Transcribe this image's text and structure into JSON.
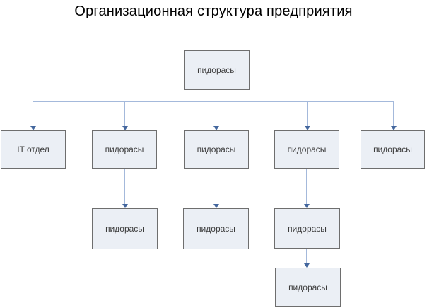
{
  "title": "Организационная структура предприятия",
  "diagram": {
    "type": "org-chart",
    "nodes": {
      "root": {
        "label": "пидорасы",
        "level": 1
      },
      "r2c1": {
        "label": "IT отдел",
        "level": 2
      },
      "r2c2": {
        "label": "пидорасы",
        "level": 2
      },
      "r2c3": {
        "label": "пидорасы",
        "level": 2
      },
      "r2c4": {
        "label": "пидорасы",
        "level": 2
      },
      "r2c5": {
        "label": "пидорасы",
        "level": 2
      },
      "r3c2": {
        "label": "пидорасы",
        "level": 3
      },
      "r3c3": {
        "label": "пидорасы",
        "level": 3
      },
      "r3c4": {
        "label": "пидорасы",
        "level": 3
      },
      "r4c4": {
        "label": "пидорасы",
        "level": 4
      }
    },
    "edges": [
      {
        "from": "root",
        "to": "r2c1"
      },
      {
        "from": "root",
        "to": "r2c2"
      },
      {
        "from": "root",
        "to": "r2c3"
      },
      {
        "from": "root",
        "to": "r2c4"
      },
      {
        "from": "root",
        "to": "r2c5"
      },
      {
        "from": "r2c2",
        "to": "r3c2"
      },
      {
        "from": "r2c3",
        "to": "r3c3"
      },
      {
        "from": "r2c4",
        "to": "r3c4"
      },
      {
        "from": "r3c4",
        "to": "r4c4"
      }
    ],
    "colors": {
      "node_fill": "#ebeff5",
      "node_border": "#6e6e6e",
      "node_text": "#3c3c3c",
      "title_text": "#000000",
      "connector_line": "#a4b9db",
      "connector_arrow": "#44679e",
      "background": "#ffffff"
    }
  }
}
